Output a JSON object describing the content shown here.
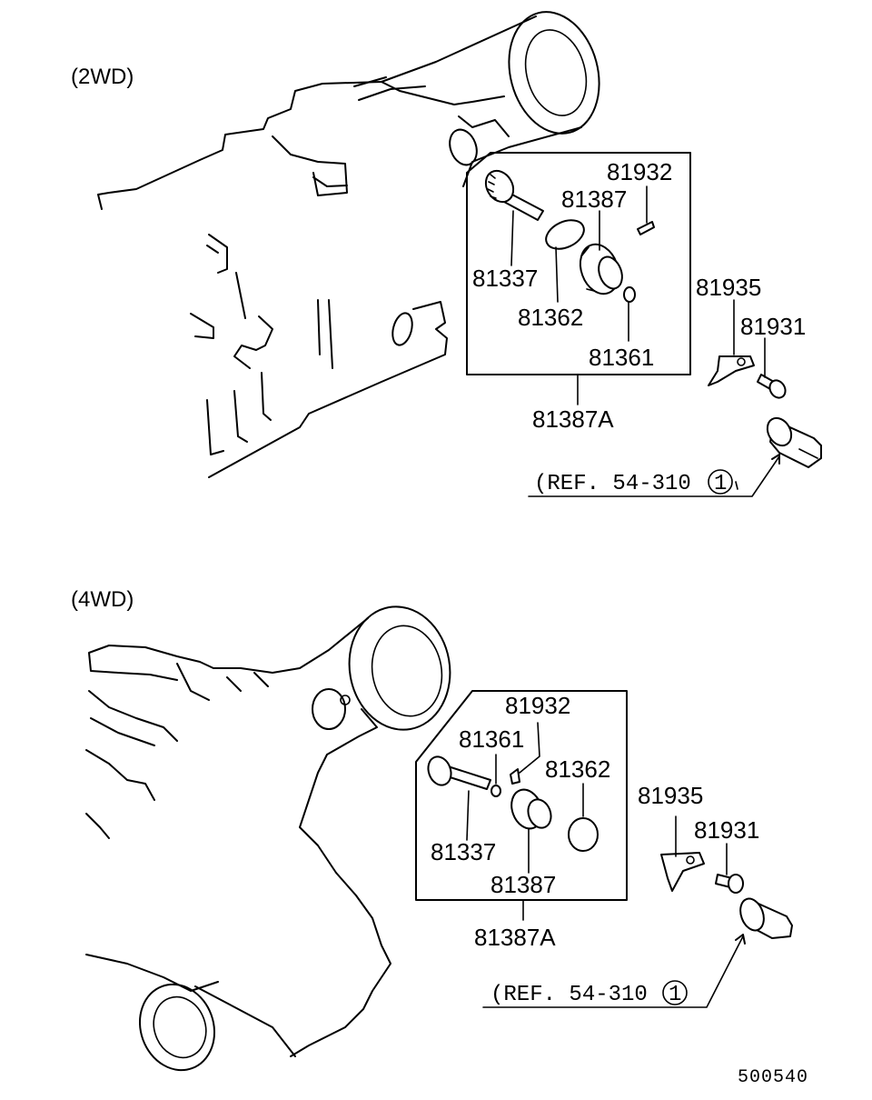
{
  "sections": [
    {
      "label": "(2WD)",
      "parts": {
        "p81932": "81932",
        "p81387": "81387",
        "p81337": "81337",
        "p81362": "81362",
        "p81361": "81361",
        "p81935": "81935",
        "p81931": "81931",
        "assembly": "81387A"
      },
      "reference": {
        "text": "(REF. 54-310",
        "circled": "1"
      }
    },
    {
      "label": "(4WD)",
      "parts": {
        "p81932": "81932",
        "p81361": "81361",
        "p81362": "81362",
        "p81337": "81337",
        "p81387": "81387",
        "p81935": "81935",
        "p81931": "81931",
        "assembly": "81387A"
      },
      "reference": {
        "text": "(REF. 54-310",
        "circled": "1"
      }
    }
  ],
  "diagram_code": "500540"
}
